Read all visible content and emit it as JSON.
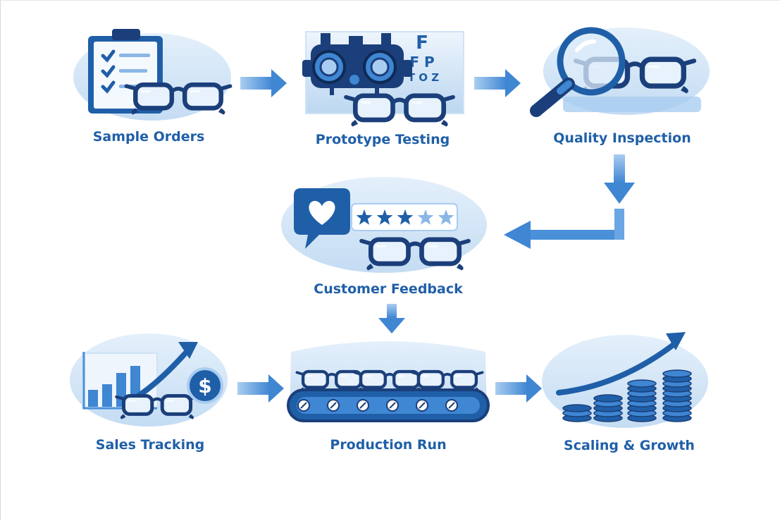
{
  "colors": {
    "primary": "#1f5fa8",
    "dark": "#1b3f7a",
    "mid": "#4a90d9",
    "light": "#cfe3f6",
    "blob": "#dcebf9",
    "arrow": "#5b9fe0",
    "white": "#ffffff"
  },
  "steps": [
    {
      "id": "sample-orders",
      "label": "Sample Orders",
      "icon": "clipboard-checklist-glasses-icon"
    },
    {
      "id": "prototype-testing",
      "label": "Prototype Testing",
      "icon": "phoropter-eye-chart-icon"
    },
    {
      "id": "quality-inspection",
      "label": "Quality Inspection",
      "icon": "magnifying-glass-glasses-icon"
    },
    {
      "id": "customer-feedback",
      "label": "Customer Feedback",
      "icon": "rating-speech-bubble-icon"
    },
    {
      "id": "sales-tracking",
      "label": "Sales Tracking",
      "icon": "bar-chart-dollar-icon"
    },
    {
      "id": "production-run",
      "label": "Production Run",
      "icon": "conveyor-belt-glasses-icon"
    },
    {
      "id": "scaling-growth",
      "label": "Scaling & Growth",
      "icon": "coin-stacks-growth-icon"
    }
  ],
  "eye_chart": {
    "line1": "F",
    "line2": "F P",
    "line3": "T O Z"
  },
  "rating": {
    "filled": 3,
    "total": 5
  },
  "currency_symbol": "$"
}
